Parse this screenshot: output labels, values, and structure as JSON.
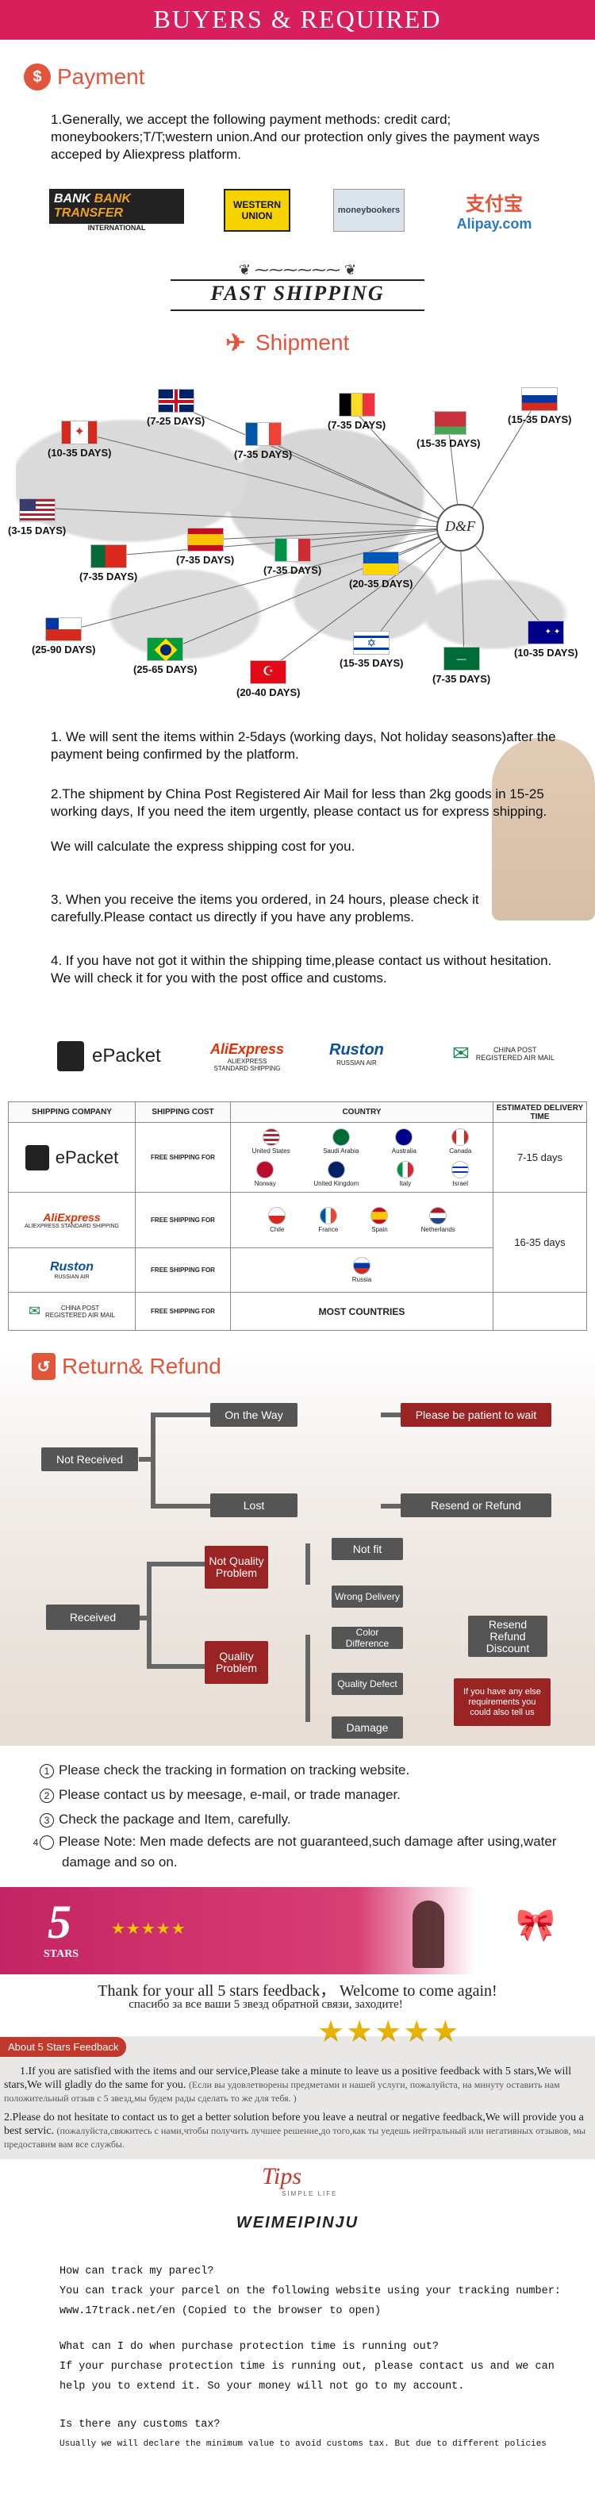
{
  "banner": {
    "title": "BUYERS &  REQUIRED"
  },
  "payment": {
    "heading": "Payment",
    "icon_glyph": "$",
    "text": "1.Generally, we accept the following payment methods: credit card; moneybookers;T/T;western union.And our protection only gives the payment ways acceped by Aliexpress platform.",
    "logos": [
      {
        "name": "BANK TRANSFER",
        "sub": "INTERNATIONAL"
      },
      {
        "name": "WESTERN UNION",
        "sub": ""
      },
      {
        "name": "moneybookers",
        "sub": ""
      },
      {
        "name": "支付宝",
        "sub": "Alipay.com"
      }
    ]
  },
  "fast_shipping": {
    "title": "FAST SHIPPING"
  },
  "shipment": {
    "heading": "Shipment",
    "hub_label": "D&F",
    "countries": [
      {
        "id": "uk",
        "days": "(7-25 DAYS)"
      },
      {
        "id": "belgium",
        "days": "(7-35 DAYS)"
      },
      {
        "id": "russia",
        "days": "(15-35 DAYS)"
      },
      {
        "id": "canada",
        "days": "(10-35 DAYS)"
      },
      {
        "id": "france",
        "days": "(7-35 DAYS)"
      },
      {
        "id": "belarus",
        "days": "(15-35 DAYS)"
      },
      {
        "id": "usa",
        "days": "(3-15 DAYS)"
      },
      {
        "id": "spain",
        "days": "(7-35 DAYS)"
      },
      {
        "id": "portugal",
        "days": "(7-35 DAYS)"
      },
      {
        "id": "italy",
        "days": "(7-35 DAYS)"
      },
      {
        "id": "ukraine",
        "days": "(20-35 DAYS)"
      },
      {
        "id": "chile",
        "days": "(25-90 DAYS)"
      },
      {
        "id": "brazil",
        "days": "(25-65 DAYS)"
      },
      {
        "id": "turkey",
        "days": "(20-40 DAYS)"
      },
      {
        "id": "israel",
        "days": "(15-35 DAYS)"
      },
      {
        "id": "saudi",
        "days": "(7-35 DAYS)"
      },
      {
        "id": "australia",
        "days": "(10-35 DAYS)"
      }
    ],
    "notes": [
      "1. We will sent the items within 2-5days (working days, Not holiday seasons)after the payment being confirmed by the platform.",
      "2.The shipment by China Post Registered Air Mail for less than 2kg goods in 15-25 working days, If  you need the item urgently, please contact us for express shipping.",
      "We will calculate the express shipping cost for you.",
      "3. When you receive the items you ordered, in 24 hours, please check  it carefully.Please contact us directly if you have any problems.",
      "4. If you have not got it within the shipping time,please contact us without hesitation. We will check it for you with the post office and customs."
    ]
  },
  "carriers": [
    {
      "name": "ePacket",
      "sub": ""
    },
    {
      "name": "AliExpress",
      "sub": "ALIEXPRESS\nSTANDARD SHIPPING"
    },
    {
      "name": "Ruston",
      "sub": "RUSSIAN AIR"
    },
    {
      "name": "CHINA POST",
      "sub": "REGISTERED AIR MAIL"
    }
  ],
  "ship_table": {
    "headers": [
      "SHIPPING COMPANY",
      "SHIPPING COST",
      "COUNTRY",
      "ESTIMATED DELIVERY TIME"
    ],
    "rows": [
      {
        "company": "ePacket",
        "company_sub": "",
        "cost": "FREE SHIPPING FOR",
        "countries": [
          "United States",
          "Saudi Arabia",
          "Australia",
          "Canada",
          "Norway",
          "United Kingdom",
          "Italy",
          "Israel"
        ],
        "time": "7-15 days"
      },
      {
        "company": "AliExpress",
        "company_sub": "ALIEXPRESS STANDARD SHIPPING",
        "cost": "FREE SHIPPING FOR",
        "countries": [
          "Chile",
          "France",
          "Spain",
          "Netherlands"
        ],
        "time": "16-35 days"
      },
      {
        "company": "Ruston",
        "company_sub": "RUSSIAN AIR",
        "cost": "FREE SHIPPING FOR",
        "countries": [
          "Russia"
        ],
        "time": ""
      },
      {
        "company": "CHINA POST",
        "company_sub": "REGISTERED AIR MAIL",
        "cost": "FREE SHIPPING FOR",
        "countries_text": "MOST COUNTRIES",
        "time": ""
      }
    ]
  },
  "refund": {
    "heading": "Return& Refund",
    "not_received": "Not Received",
    "on_the_way": "On the Way",
    "patient": "Please be patient to wait",
    "lost": "Lost",
    "resend_or_refund": "Resend or Refund",
    "received": "Received",
    "not_quality": "Not Quality Problem",
    "quality": "Quality Problem",
    "not_fit": "Not fit",
    "wrong_delivery": "Wrong Delivery",
    "color_difference": "Color Difference",
    "quality_defect": "Quality Defect",
    "damage": "Damage",
    "resend_refund_discount": "Resend Refund Discount",
    "else_text": "If you have any else requirements you could also tell us"
  },
  "refund_notes": [
    {
      "num": "1",
      "text": "Please check the tracking in formation on tracking website."
    },
    {
      "num": "2",
      "text": "Please contact us by meesage, e-mail, or trade manager."
    },
    {
      "num": "3",
      "text": "Check the package and Item, carefully."
    },
    {
      "num": "4",
      "text": "Please Note: Men made defects  are not guaranteed,such damage after using,water damage and so on."
    }
  ],
  "stars": {
    "big": "5",
    "label": "STARS",
    "thanks_en": "Thank for your all 5 stars feedback，  Welcome to come again!",
    "thanks_ru": "спасибо за все ваши 5 звезд обратной связи, заходите!",
    "about_tag": "About 5 Stars Feedback",
    "fb1_en": "1.If you are satisfied with the items and our service,Please take a minute to leave us a positive feedback with 5 stars,We will stars,We will  gladly do the same for you.",
    "fb1_ru": "(Если вы удовлетворены предметами и нашей услуги, пожалуйста, на минуту оставить нам положительный отзыв с 5 звезд,мы будем рады сделать то же для тебя. )",
    "fb2_en": "2.Please do not hesitate to contact us to get a better solution before you leave a neutral or negative feedback,We will provide you a best servic.",
    "fb2_ru": "(пожалуйста,свяжитесь с нами,чтобы получить лучшее решение,до того,как ты уедешь нейтральный или негативных отзывов, мы предоставим вам все службы."
  },
  "tips": {
    "title": "Tips",
    "sub": "SIMPLE LIFE",
    "brand": "WEIMEIPINJU",
    "lines": [
      "How can track my parecl?",
      "You can track your parcel on the following website using your tracking number: www.17track.net/en  (Copied to the browser to open)",
      "What can I do when purchase protection time is running out?",
      "If your purchase protection time is running out, please contact us and we can help you to extend it. So your money will not go to my account.",
      "Is there any customs tax?",
      "Usually we will declare the minimum value to avoid customs tax. But due to different policies"
    ]
  }
}
